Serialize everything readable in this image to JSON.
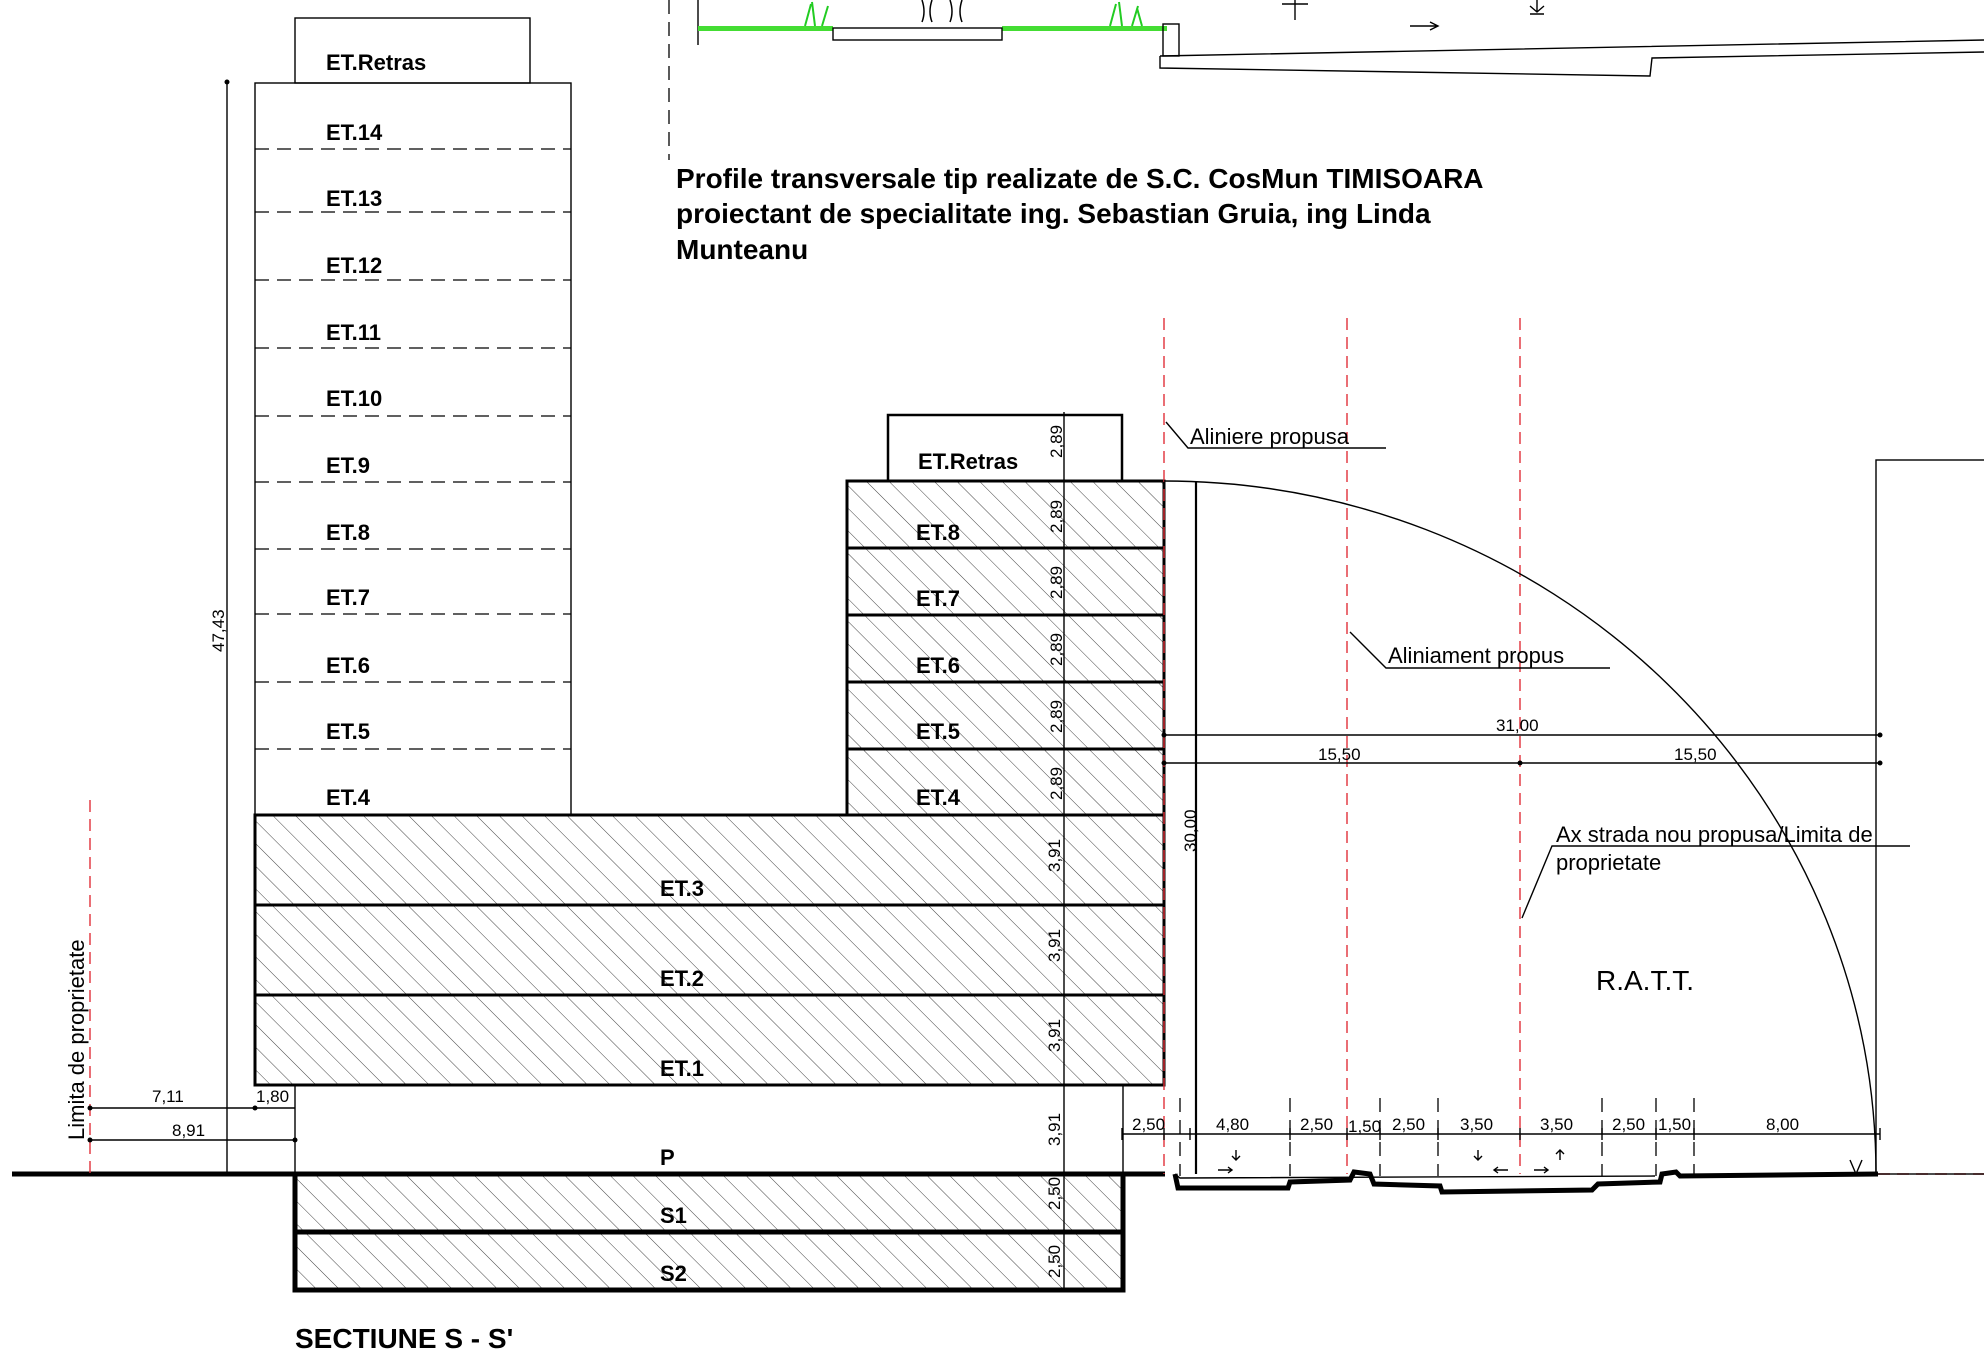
{
  "drawing_title": "SECTIUNE S - S'",
  "note": {
    "line1": "Profile transversale tip realizate de S.C. CosMun TIMISOARA",
    "line2": "proiectant de specialitate ing. Sebastian Gruia, ing Linda",
    "line3": "Munteanu"
  },
  "tall_building": {
    "floors": [
      "ET.Retras",
      "ET.14",
      "ET.13",
      "ET.12",
      "ET.11",
      "ET.10",
      "ET.9",
      "ET.8",
      "ET.7",
      "ET.6",
      "ET.5",
      "ET.4"
    ],
    "height_dim": "47,43"
  },
  "mid_building": {
    "retras": {
      "label": "ET.Retras",
      "dim": "2,89"
    },
    "floors": [
      {
        "label": "ET.8",
        "dim": "2,89"
      },
      {
        "label": "ET.7",
        "dim": "2,89"
      },
      {
        "label": "ET.6",
        "dim": "2,89"
      },
      {
        "label": "ET.5",
        "dim": "2,89"
      },
      {
        "label": "ET.4",
        "dim": "2,89"
      }
    ]
  },
  "podium": [
    {
      "label": "ET.3",
      "dim": "3,91"
    },
    {
      "label": "ET.2",
      "dim": "3,91"
    },
    {
      "label": "ET.1",
      "dim": "3,91"
    },
    {
      "label": "P",
      "dim": "3,91"
    },
    {
      "label": "S1",
      "dim": "2,50"
    },
    {
      "label": "S2",
      "dim": "2,50"
    }
  ],
  "left_dims": {
    "d1": "7,11",
    "d2": "1,80",
    "d3": "8,91",
    "property_limit": "Limita de proprietate"
  },
  "annotations": {
    "aliniere": "Aliniere propusa",
    "aliniament": "Aliniament propus",
    "ax_line1": "Ax strada nou propusa/Limita de",
    "ax_line2": "proprietate",
    "ratt": "R.A.T.T."
  },
  "right_dims": {
    "total_width": "31,00",
    "half_left": "15,50",
    "half_right": "15,50",
    "height": "30,00",
    "street": [
      "2,50",
      "4,80",
      "2,50",
      "1,50",
      "2,50",
      "3,50",
      "3,50",
      "2,50",
      "1,50",
      "8,00"
    ]
  }
}
